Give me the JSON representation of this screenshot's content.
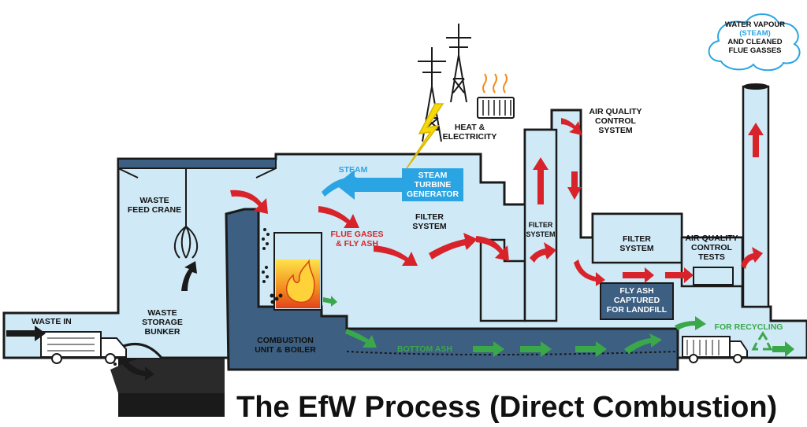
{
  "title": "The EfW Process (Direct Combustion)",
  "labels": {
    "waste_in": "WASTE IN",
    "waste_feed_crane": "WASTE\nFEED CRANE",
    "waste_storage_bunker": "WASTE\nSTORAGE\nBUNKER",
    "combustion_unit": "COMBUSTION\nUNIT & BOILER",
    "steam": "STEAM",
    "steam_turbine": "STEAM\nTURBINE\nGENERATOR",
    "heat_electricity": "HEAT &\nELECTRICITY",
    "flue_gases": "FLUE GASES\n& FLY ASH",
    "filter_system_1": "FILTER\nSYSTEM",
    "filter_system_2": "FILTER\nSYSTEM",
    "filter_system_3": "FILTER\nSYSTEM",
    "air_quality_control_system": "AIR QUALITY\nCONTROL\nSYSTEM",
    "air_quality_control_tests": "AIR QUALITY\nCONTROL\nTESTS",
    "fly_ash_captured": "FLY ASH\nCAPTURED\nFOR LANDFILL",
    "bottom_ash": "BOTTOM ASH",
    "for_recycling": "FOR RECYCLING",
    "water_vapour_1": "WATER VAPOUR",
    "water_vapour_steam": "(STEAM)",
    "water_vapour_2": "AND CLEANED\nFLUE GASSES"
  },
  "colors": {
    "building_fill": "#cfe9f6",
    "outline": "#1a1a1a",
    "dark_blue": "#3d5f82",
    "red_arrow": "#d8232a",
    "blue_arrow": "#2aa4e3",
    "green_arrow": "#3aa84a",
    "lightning": "#f5d90a",
    "fire": "#f28c1e"
  },
  "icons": [
    "pylon-icon",
    "radiator-icon",
    "lightning-icon",
    "garbage-truck-icon",
    "crane-claw-icon",
    "fire-icon",
    "recycling-icon"
  ]
}
